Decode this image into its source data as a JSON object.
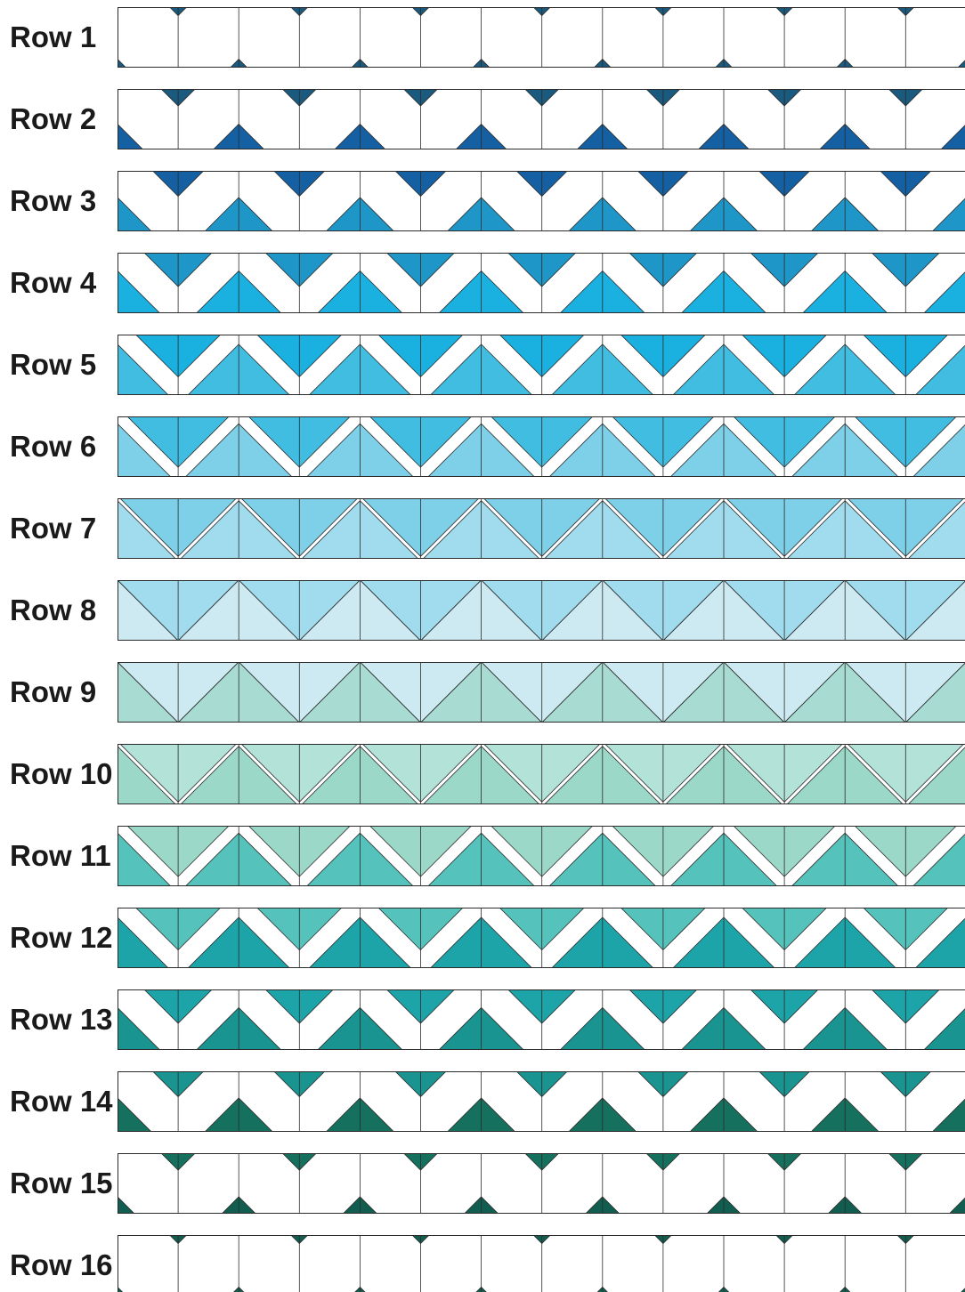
{
  "title": "",
  "rows": [
    {
      "label": "Row 1",
      "top_color": "#1a5a7e",
      "bottom_color": "#1a5a7e",
      "top_depth": 0.14,
      "bottom_depth": 0.14
    },
    {
      "label": "Row 2",
      "top_color": "#1a5a7e",
      "bottom_color": "#1560a3",
      "top_depth": 0.28,
      "bottom_depth": 0.42
    },
    {
      "label": "Row 3",
      "top_color": "#1560a3",
      "bottom_color": "#1e96c8",
      "top_depth": 0.42,
      "bottom_depth": 0.56
    },
    {
      "label": "Row 4",
      "top_color": "#1e96c8",
      "bottom_color": "#1ab0e0",
      "top_depth": 0.56,
      "bottom_depth": 0.7
    },
    {
      "label": "Row 5",
      "top_color": "#1ab0e0",
      "bottom_color": "#40bde0",
      "top_depth": 0.7,
      "bottom_depth": 0.84
    },
    {
      "label": "Row 6",
      "top_color": "#40bde0",
      "bottom_color": "#7dd0e8",
      "top_depth": 0.84,
      "bottom_depth": 0.88
    },
    {
      "label": "Row 7",
      "top_color": "#7dd0e8",
      "bottom_color": "#a0dcee",
      "top_depth": 0.96,
      "bottom_depth": 0.96
    },
    {
      "label": "Row 8",
      "top_color": "#a0dcee",
      "bottom_color": "#cdeaf2",
      "top_depth": 1.0,
      "bottom_depth": 1.0
    },
    {
      "label": "Row 9",
      "top_color": "#cdeaf2",
      "bottom_color": "#a8dcd2",
      "top_depth": 1.0,
      "bottom_depth": 1.0
    },
    {
      "label": "Row 10",
      "top_color": "#b2e2d8",
      "bottom_color": "#9bd8c8",
      "top_depth": 0.96,
      "bottom_depth": 0.96
    },
    {
      "label": "Row 11",
      "top_color": "#9bd8c8",
      "bottom_color": "#55c2bc",
      "top_depth": 0.84,
      "bottom_depth": 0.88
    },
    {
      "label": "Row 12",
      "top_color": "#55c2bc",
      "bottom_color": "#1ca4a8",
      "top_depth": 0.7,
      "bottom_depth": 0.84
    },
    {
      "label": "Row 13",
      "top_color": "#1ca4a8",
      "bottom_color": "#1a9490",
      "top_depth": 0.56,
      "bottom_depth": 0.7
    },
    {
      "label": "Row 14",
      "top_color": "#1a9490",
      "bottom_color": "#16705e",
      "top_depth": 0.42,
      "bottom_depth": 0.56
    },
    {
      "label": "Row 15",
      "top_color": "#16705e",
      "bottom_color": "#115e50",
      "top_depth": 0.28,
      "bottom_depth": 0.28
    },
    {
      "label": "Row 16",
      "top_color": "#115e50",
      "bottom_color": "#115e50",
      "top_depth": 0.14,
      "bottom_depth": 0.14
    }
  ],
  "line_color": "#2b2b2b",
  "background": "#ffffff"
}
